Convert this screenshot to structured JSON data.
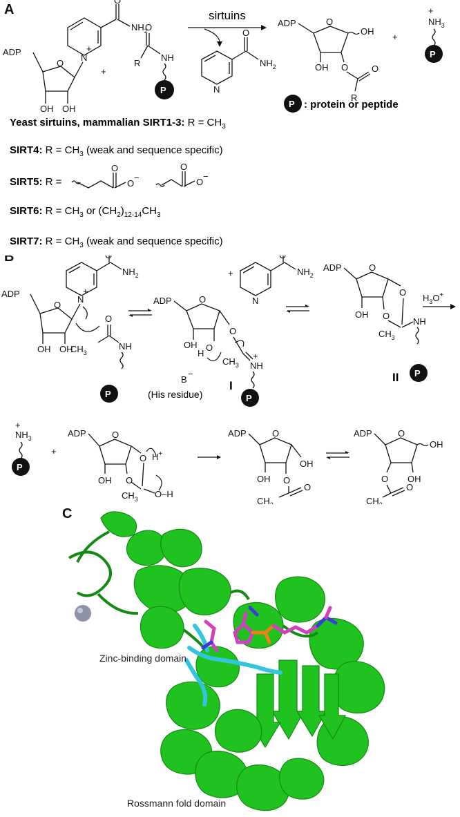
{
  "panels": {
    "a": "A",
    "b": "B",
    "c": "C"
  },
  "atoms": {
    "adp": "ADP",
    "oh": "OH",
    "o": "O",
    "n": "N",
    "nh": "NH",
    "nh2": "NH",
    "nh3": "NH",
    "h": "H",
    "hplus": "H",
    "plus": "+",
    "minus": "−",
    "r": "R",
    "p": "P",
    "b": "B",
    "h3c": "H",
    "h3c_c": "C",
    "ch3": "CH",
    "h3o": "H",
    "h3o_o": "O",
    "sub2": "2",
    "sub3": "3"
  },
  "panel_a": {
    "arrow_label": "sirtuins",
    "legend": ": protein or peptide",
    "rows": [
      {
        "bold": "Yeast sirtuins, mammalian SIRT1-3:",
        "text": " R = CH",
        "sub": "3",
        "tail": ""
      },
      {
        "bold": "SIRT4:",
        "text": " R = CH",
        "sub": "3",
        "tail": " (weak and sequence specific)"
      },
      {
        "bold": "SIRT5:",
        "text": " R =",
        "sub": "",
        "tail": ""
      },
      {
        "bold": "SIRT6:",
        "text": " R = CH",
        "sub": "3",
        "tail": " or (CH"
      },
      {
        "bold": "SIRT7:",
        "text": " R = CH",
        "sub": "3",
        "tail": " (weak and sequence specific)"
      }
    ],
    "sirt6_sub": "2",
    "sirt6_range": "12-14",
    "sirt6_end": "CH"
  },
  "panel_b": {
    "his_residue": "(His residue)",
    "intermediate_1": "I",
    "intermediate_2": "II"
  },
  "panel_c": {
    "zinc_label": "Zinc-binding domain",
    "rossmann_label": "Rossmann fold domain"
  },
  "colors": {
    "protein": "#1fc21f",
    "protein_dark": "#138a13",
    "peptide": "#31c6dd",
    "ligand_magenta": "#d03fbf",
    "ligand_orange": "#ef7f1a",
    "ligand_blue": "#3b3bd6",
    "zinc": "#8e93a8"
  }
}
